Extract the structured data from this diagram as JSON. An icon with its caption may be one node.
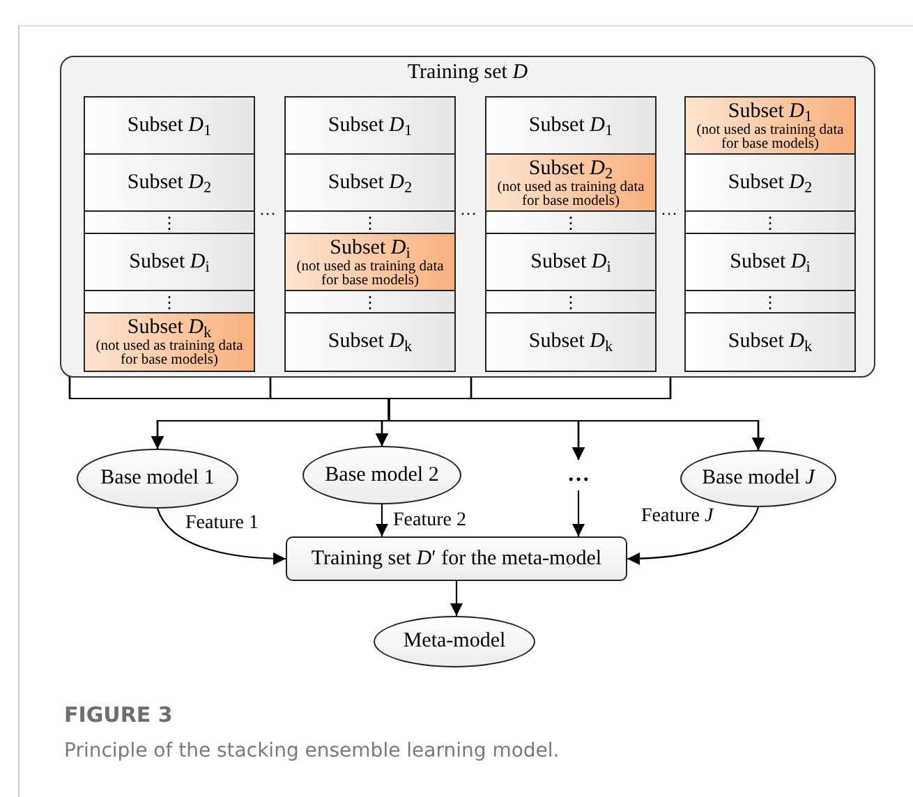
{
  "diagram": {
    "title": "FIGURE 3",
    "caption": "Principle of the stacking ensemble learning model.",
    "nodes": [
      {
        "text": [
          "Training set *D*"
        ]
      },
      {
        "text": [
          "Subset *D*$_{1}$"
        ],
        "in": 0
      },
      {
        "text": [
          "Subset *D*$_{2}$"
        ],
        "in": 0
      },
      {
        "text": [
          "⋮"
        ],
        "in": 0
      },
      {
        "text": [
          "Subset *D*$_{i}$"
        ],
        "in": 0
      },
      {
        "text": [
          "⋮"
        ],
        "in": 0
      },
      {
        "text": [
          "Subset *D*$_{k}$",
          "(not used as training data for base models)"
        ],
        "in": 0
      },
      {
        "text": [
          "Subset *D*$_{1}$"
        ],
        "in": 0
      },
      {
        "text": [
          "Subset *D*$_{2}$"
        ],
        "in": 0
      },
      {
        "text": [
          "⋮"
        ],
        "in": 0
      },
      {
        "text": [
          "Subset *D*$_{i}$",
          "(not used as training data for base models)"
        ],
        "in": 0
      },
      {
        "text": [
          "⋮"
        ],
        "in": 0
      },
      {
        "text": [
          "Subset *D*$_{k}$"
        ],
        "in": 0
      },
      {
        "text": [
          "Subset *D*$_{1}$"
        ],
        "in": 0
      },
      {
        "text": [
          "Subset *D*$_{2}$",
          "(not used as training data for base models)"
        ],
        "in": 0
      },
      {
        "text": [
          "⋮"
        ],
        "in": 0
      },
      {
        "text": [
          "Subset *D*$_{i}$"
        ],
        "in": 0
      },
      {
        "text": [
          "⋮"
        ],
        "in": 0
      },
      {
        "text": [
          "Subset *D*$_{k}$"
        ],
        "in": 0
      },
      {
        "text": [
          "Subset *D*$_{1}$",
          "(not used as training data for base models)"
        ],
        "in": 0
      },
      {
        "text": [
          "Subset *D*$_{2}$"
        ],
        "in": 0
      },
      {
        "text": [
          "⋮"
        ],
        "in": 0
      },
      {
        "text": [
          "Subset *D*$_{i}$"
        ],
        "in": 0
      },
      {
        "text": [
          "⋮"
        ],
        "in": 0
      },
      {
        "text": [
          "Subset *D*$_{k}$"
        ],
        "in": 0
      },
      {
        "text": [
          "Base model 1"
        ]
      },
      {
        "text": [
          "Base model 2"
        ]
      },
      {
        "text": [
          "…"
        ]
      },
      {
        "text": [
          "Base model *J*"
        ]
      },
      {
        "text": [
          "Training set *D*′ for the meta-model"
        ]
      },
      {
        "text": [
          "Meta-model"
        ]
      }
    ],
    "edges": [
      {
        "from": 6,
        "to": 25,
        "arrow": "to"
      },
      {
        "from": 6,
        "to": 26,
        "arrow": "to"
      },
      {
        "from": 6,
        "to": 27,
        "arrow": "to"
      },
      {
        "from": 6,
        "to": 28,
        "arrow": "to"
      },
      {
        "from": 10,
        "to": 25,
        "arrow": "to"
      },
      {
        "from": 10,
        "to": 26,
        "arrow": "to"
      },
      {
        "from": 10,
        "to": 27,
        "arrow": "to"
      },
      {
        "from": 10,
        "to": 28,
        "arrow": "to"
      },
      {
        "from": 14,
        "to": 25,
        "arrow": "to"
      },
      {
        "from": 14,
        "to": 26,
        "arrow": "to"
      },
      {
        "from": 14,
        "to": 27,
        "arrow": "to"
      },
      {
        "from": 14,
        "to": 28,
        "arrow": "to"
      },
      {
        "from": 19,
        "to": 25,
        "arrow": "to"
      },
      {
        "from": 19,
        "to": 26,
        "arrow": "to"
      },
      {
        "from": 19,
        "to": 27,
        "arrow": "to"
      },
      {
        "from": 19,
        "to": 28,
        "arrow": "to"
      },
      {
        "from": 25,
        "to": 29,
        "arrow": "to",
        "label": "Feature 1"
      },
      {
        "from": 26,
        "to": 29,
        "arrow": "to",
        "label": "Feature 2"
      },
      {
        "from": 27,
        "to": 29,
        "arrow": "to"
      },
      {
        "from": 28,
        "to": 29,
        "arrow": "to",
        "label": "Feature *J*"
      },
      {
        "from": 29,
        "to": 30,
        "arrow": "to"
      }
    ],
    "labels": [
      "…",
      "…",
      "…"
    ]
  }
}
